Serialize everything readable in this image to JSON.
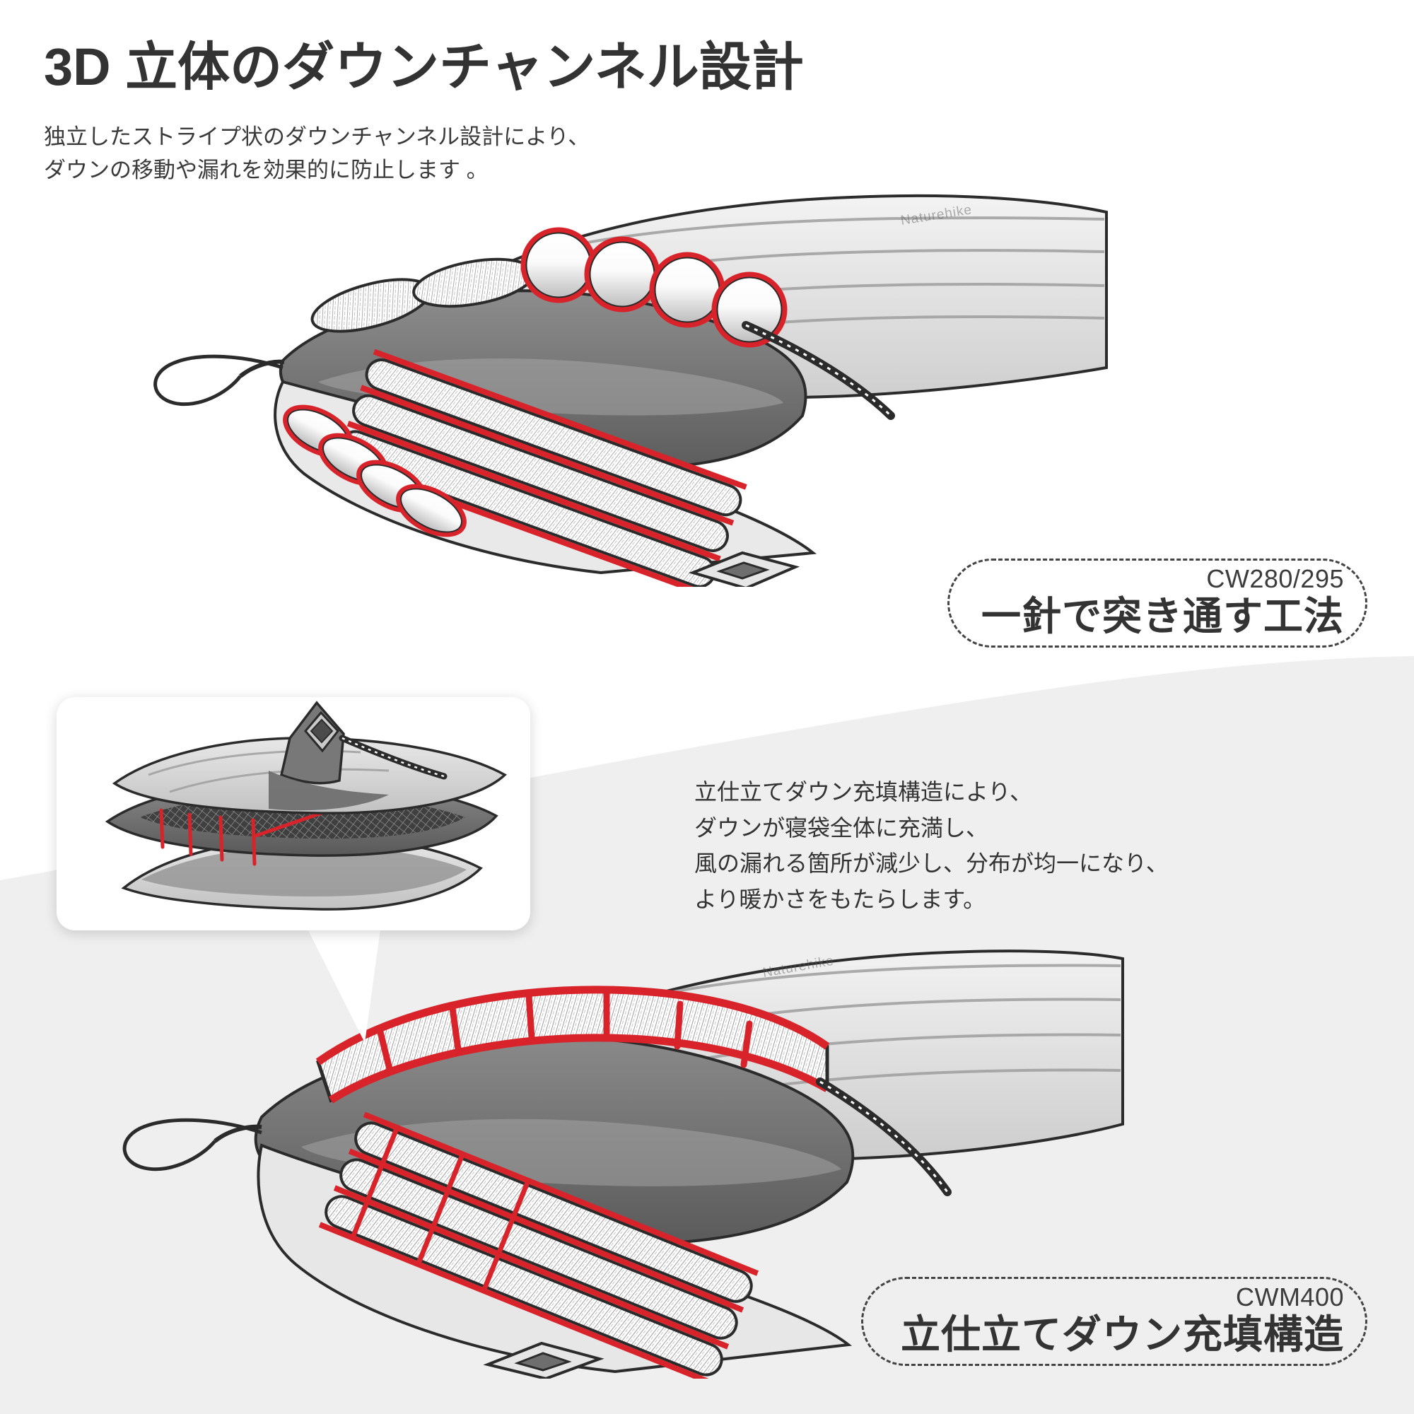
{
  "header": {
    "title": "3D 立体のダウンチャンネル設計",
    "subtitle": "独立したストライプ状のダウンチャンネル設計により、\nダウンの移動や漏れを効果的に防止します 。"
  },
  "middle_text": {
    "paragraph": "立仕立てダウン充填構造により、\nダウンが寝袋全体に充満し、\n風の漏れる箇所が減少し、分布が均一になり、\nより暖かさをもたらします。"
  },
  "badges": [
    {
      "code": "CW280/295",
      "title": "一針で突き通す工法"
    },
    {
      "code": "CWM400",
      "title": "立仕立てダウン充填構造"
    }
  ],
  "illustrations": {
    "bag_top_alt": "sleeping-bag-horizontal-channel-sketch",
    "bag_bottom_alt": "sleeping-bag-vertical-baffle-sketch",
    "inset_alt": "layered-cross-section-sketch",
    "brand_mark": "Naturehike"
  },
  "colors": {
    "accent_red": "#d8232a",
    "text_dark": "#333333",
    "bg_panel": "#efefef",
    "fabric_light": "#d9d9d9",
    "fabric_mid": "#9a9a9a",
    "fabric_dark": "#6b6b6b",
    "ink": "#2b2b2b"
  }
}
